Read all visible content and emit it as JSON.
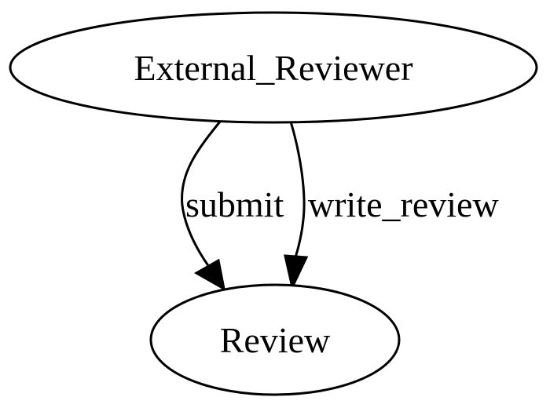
{
  "graph": {
    "nodes": [
      {
        "id": "external_reviewer",
        "label": "External_Reviewer"
      },
      {
        "id": "review",
        "label": "Review"
      }
    ],
    "edges": [
      {
        "from": "external_reviewer",
        "to": "review",
        "label": "submit"
      },
      {
        "from": "external_reviewer",
        "to": "review",
        "label": "write_review"
      }
    ],
    "colors": {
      "stroke": "#000000",
      "fill": "#ffffff",
      "text": "#000000"
    }
  }
}
